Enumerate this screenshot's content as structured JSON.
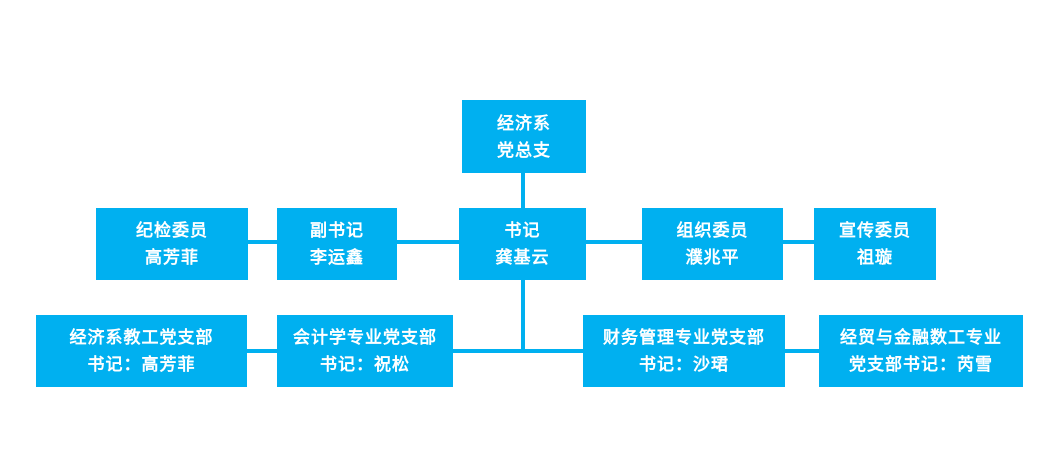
{
  "colors": {
    "node_fill": "#00b0f0",
    "node_text": "#ffffff",
    "connector": "#00b0f0",
    "background": "#ffffff"
  },
  "org_chart": {
    "root": {
      "line1": "经济系",
      "line2": "党总支"
    },
    "row2": {
      "discipline": {
        "line1": "纪检委员",
        "line2": "高芳菲"
      },
      "deputy_secretary": {
        "line1": "副书记",
        "line2": "李运鑫"
      },
      "secretary": {
        "line1": "书记",
        "line2": "龚基云"
      },
      "organization": {
        "line1": "组织委员",
        "line2": "濮兆平"
      },
      "publicity": {
        "line1": "宣传委员",
        "line2": "祖璇"
      }
    },
    "row3": {
      "faculty_branch": {
        "line1": "经济系教工党支部",
        "line2": "书记：高芳菲"
      },
      "accounting_branch": {
        "line1": "会计学专业党支部",
        "line2": "书记：祝松"
      },
      "financial_mgmt_branch": {
        "line1": "财务管理专业党支部",
        "line2": "书记：沙珺"
      },
      "econtrade_finance_branch": {
        "line1": "经贸与金融数工专业",
        "line2": "党支部书记：芮雪"
      }
    }
  }
}
